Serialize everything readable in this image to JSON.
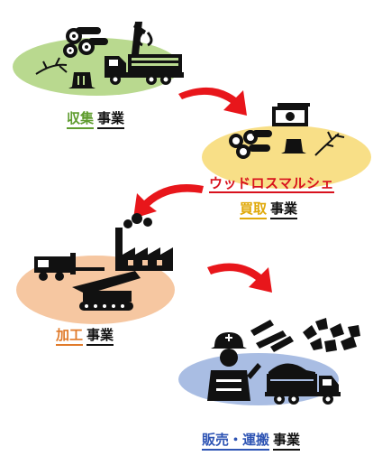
{
  "stages": [
    {
      "name": "collection",
      "highlight": "収集",
      "rest": "事業",
      "color": "#5f9c2f",
      "ellipse_color": "#b9d98f"
    },
    {
      "name": "purchase",
      "highlight": "買取",
      "rest": "事業",
      "color": "#e0a90a",
      "ellipse_color": "#f8df87",
      "sub_brand": "ウッドロスマルシェ",
      "sub_brand_color": "#d8111d"
    },
    {
      "name": "processing",
      "highlight": "加工",
      "rest": "事業",
      "color": "#e07a2a",
      "ellipse_color": "#f6c7a1"
    },
    {
      "name": "sales",
      "highlight": "販売・運搬",
      "rest": "事業",
      "color": "#2e54b4",
      "ellipse_color": "#a9bde3"
    }
  ],
  "arrow_color": "#e8161b",
  "icons": {
    "collection": [
      "logs-icon",
      "crane-truck-icon",
      "branch-icon",
      "stump-icon"
    ],
    "purchase": [
      "money-icon",
      "logs-icon",
      "stump-icon",
      "branch-icon"
    ],
    "processing": [
      "chipper-icon",
      "factory-icon",
      "tracked-crusher-icon"
    ],
    "sales": [
      "worker-icon",
      "timber-icon",
      "wood-chips-icon",
      "dump-truck-icon"
    ]
  }
}
